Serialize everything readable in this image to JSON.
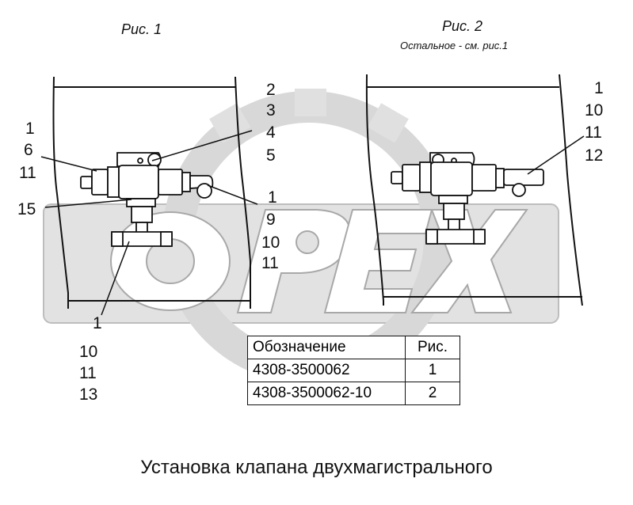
{
  "figures": {
    "fig1_title": "Рис. 1",
    "fig2_title": "Рис. 2",
    "fig2_subtitle": "Остальное - см. рис.1"
  },
  "callouts_fig1": {
    "left_top": [
      "1",
      "6",
      "11"
    ],
    "left_mid": "15",
    "right_top": [
      "2",
      "3",
      "4",
      "5"
    ],
    "right_mid": [
      "1",
      "9",
      "10",
      "11"
    ],
    "bottom": [
      "1",
      "10",
      "11",
      "13"
    ]
  },
  "callouts_fig2": {
    "right": [
      "1",
      "10",
      "11",
      "12"
    ]
  },
  "watermark": "OPEX",
  "table": {
    "headers": [
      "Обозначение",
      "Рис."
    ],
    "rows": [
      [
        "4308-3500062",
        "1"
      ],
      [
        "4308-3500062-10",
        "2"
      ]
    ]
  },
  "caption": "Установка клапана двухмагистрального"
}
